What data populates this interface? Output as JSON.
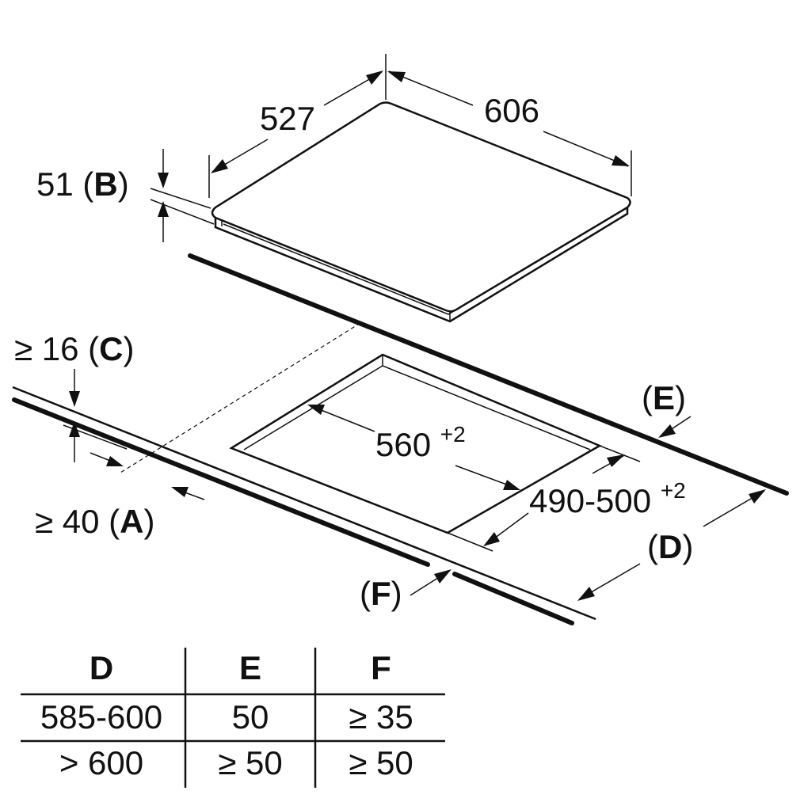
{
  "dimensions": {
    "depth": "527",
    "width": "606",
    "height_value": "51",
    "height_letter": "B",
    "cutout_width": "560",
    "cutout_width_tol": "+2",
    "cutout_depth": "490-500",
    "cutout_depth_tol": "+2",
    "front_gap_prefix": "≥ 16",
    "front_gap_letter": "C",
    "worktop_prefix": "≥ 40",
    "worktop_letter": "A",
    "label_e": "E",
    "label_d": "D",
    "label_f": "F"
  },
  "table": {
    "headers": [
      "D",
      "E",
      "F"
    ],
    "rows": [
      [
        "585-600",
        "50",
        "≥ 35"
      ],
      [
        "> 600",
        "≥ 50",
        "≥ 50"
      ]
    ]
  }
}
